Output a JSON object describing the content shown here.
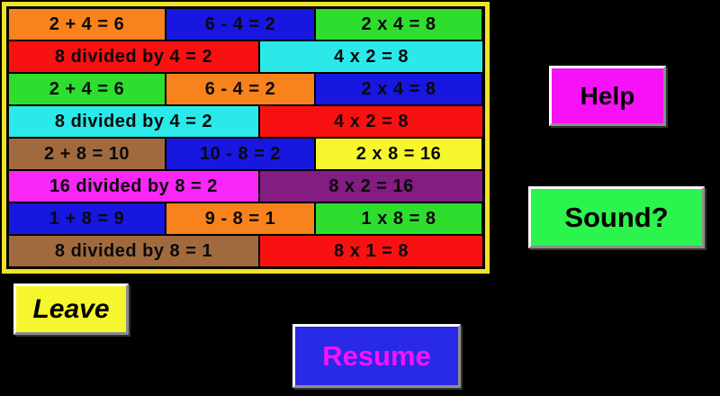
{
  "app": {
    "background": "#000000"
  },
  "board": {
    "border_color": "#efe42b",
    "text_color": "#0a0a0a",
    "rows": [
      {
        "cells": [
          {
            "label": "2 + 4 = 6",
            "bg": "#f8821b"
          },
          {
            "label": "6 - 4 = 2",
            "bg": "#1717e0"
          },
          {
            "label": "2 x 4 = 8",
            "bg": "#2edd2e"
          }
        ]
      },
      {
        "cells": [
          {
            "label": "8 divided by 4 = 2",
            "bg": "#f91111"
          },
          {
            "label": "4 x 2 = 8",
            "bg": "#2be9e9"
          }
        ]
      },
      {
        "cells": [
          {
            "label": "2 + 4 = 6",
            "bg": "#2edd2e"
          },
          {
            "label": "6 - 4 = 2",
            "bg": "#f8821b"
          },
          {
            "label": "2 x 4 = 8",
            "bg": "#1717e0"
          }
        ]
      },
      {
        "cells": [
          {
            "label": "8 divided by 4 = 2",
            "bg": "#2be9e9"
          },
          {
            "label": "4 x 2 = 8",
            "bg": "#f91111"
          }
        ]
      },
      {
        "cells": [
          {
            "label": "2 + 8 = 10",
            "bg": "#a16a3e"
          },
          {
            "label": "10 - 8 = 2",
            "bg": "#1717e0"
          },
          {
            "label": "2 x 8 = 16",
            "bg": "#f6f62e"
          }
        ]
      },
      {
        "cells": [
          {
            "label": "16 divided by 8 = 2",
            "bg": "#f827f8"
          },
          {
            "label": "8 x 2 = 16",
            "bg": "#831c83"
          }
        ]
      },
      {
        "cells": [
          {
            "label": "1 + 8 = 9",
            "bg": "#1717e0"
          },
          {
            "label": "9 - 8 = 1",
            "bg": "#f8821b"
          },
          {
            "label": "1 x 8 = 8",
            "bg": "#2edd2e"
          }
        ]
      },
      {
        "cells": [
          {
            "label": "8 divided by 8 = 1",
            "bg": "#a16a3e"
          },
          {
            "label": "8 x 1 = 8",
            "bg": "#f91111"
          }
        ]
      }
    ]
  },
  "buttons": {
    "help": {
      "label": "Help",
      "bg": "#f711f7",
      "fg": "#000000"
    },
    "sound": {
      "label": "Sound?",
      "bg": "#2cf44f",
      "fg": "#000000"
    },
    "leave": {
      "label": "Leave",
      "bg": "#f6f62e",
      "fg": "#000000"
    },
    "resume": {
      "label": "Resume",
      "bg": "#2929e8",
      "fg": "#f814f8"
    }
  }
}
